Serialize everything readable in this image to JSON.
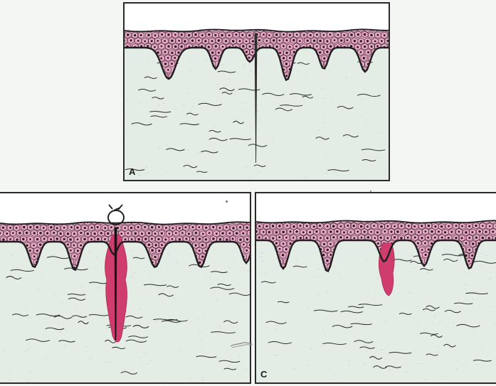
{
  "panels": [
    {
      "id": "A",
      "label": "A"
    },
    {
      "id": "B",
      "label": ""
    },
    {
      "id": "C",
      "label": "C"
    }
  ],
  "colors": {
    "epidermis": "#e9a9c6",
    "dermis": "#e4ece6",
    "wound_blood": "#cf3d6e",
    "outline": "#1e1e1e",
    "fiber": "#2b2b2b",
    "frame": "#2a2a2a"
  }
}
